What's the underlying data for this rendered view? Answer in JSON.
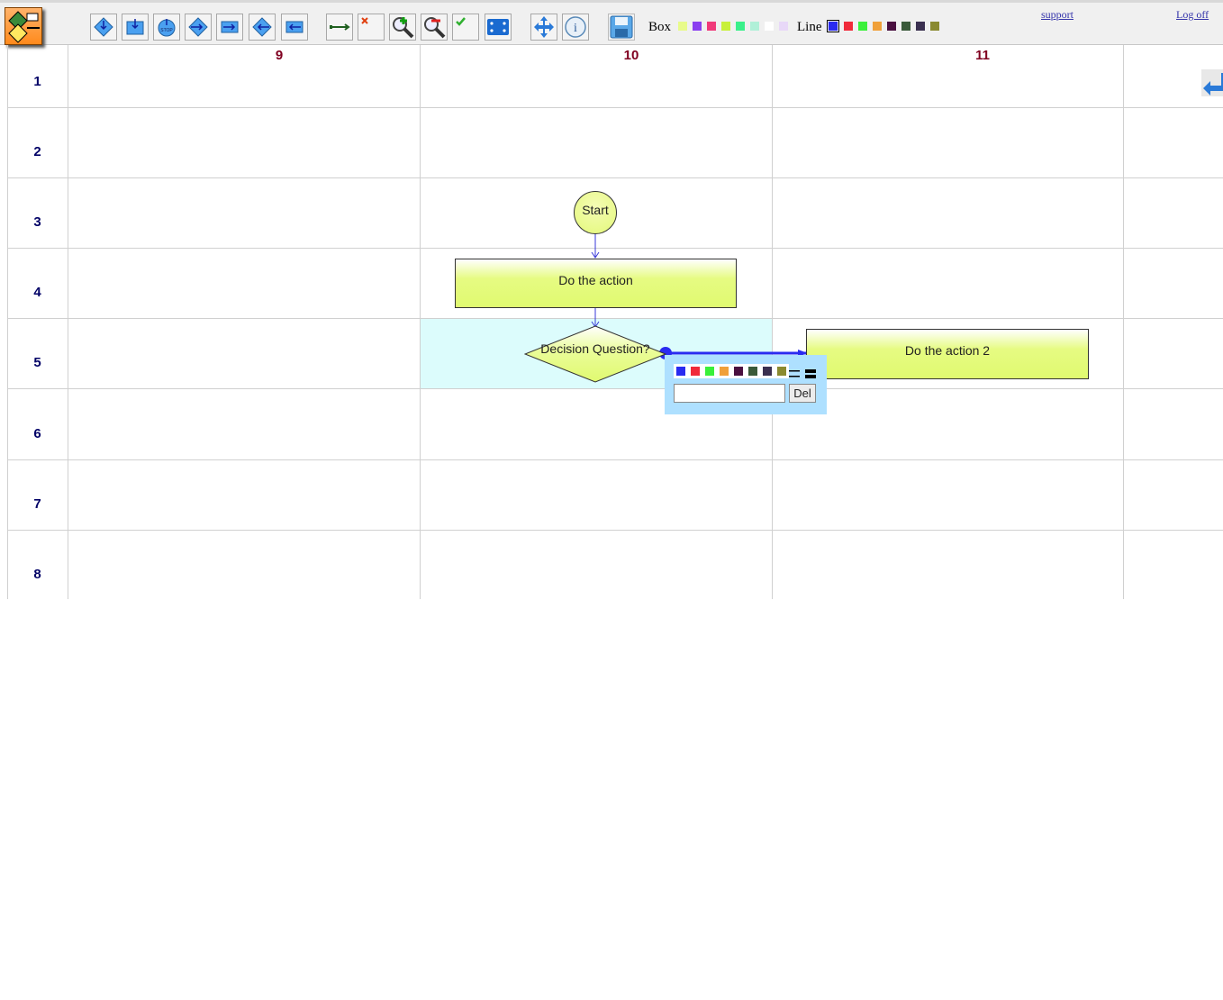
{
  "toolbar": {
    "box_label": "Box",
    "line_label": "Line",
    "support_link": "support",
    "logoff_link": "Log off",
    "box_colors": [
      "#e8fb8a",
      "#8a3ff0",
      "#f03a7a",
      "#c8f03a",
      "#3af08a",
      "#b0f0d8",
      "#ffffff",
      "#e8d8f8"
    ],
    "line_colors": [
      "#2a2af0",
      "#f02a3a",
      "#3af03a",
      "#f0a03a",
      "#4a1040",
      "#3a5a3a",
      "#3a3050",
      "#8a8a30"
    ]
  },
  "grid": {
    "columns": [
      "9",
      "10",
      "11"
    ],
    "rows": [
      "1",
      "2",
      "3",
      "4",
      "5",
      "6",
      "7",
      "8"
    ]
  },
  "flowchart": {
    "start_label": "Start",
    "action_label": "Do the action",
    "decision_label": "Decision Question?",
    "action2_label": "Do the action 2"
  },
  "line_popup": {
    "colors": [
      "#2a2af0",
      "#f02a3a",
      "#3af03a",
      "#f0a03a",
      "#4a1040",
      "#3a5a3a",
      "#3a3050",
      "#8a8a30"
    ],
    "label_value": "",
    "delete_label": "Del"
  }
}
